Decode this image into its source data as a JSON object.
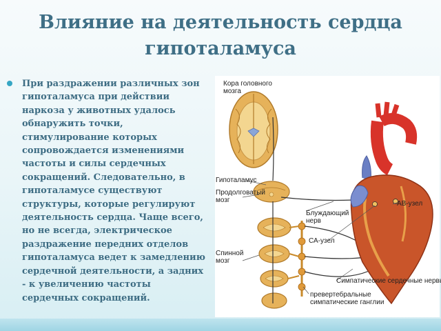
{
  "slide": {
    "title_lines": [
      "Влияние на деятельность сердца",
      "гипоталамуса"
    ],
    "bullet_lines": [
      "При раздражении различных зон",
      "гипоталамуса при действии",
      "наркоза  у животных удалось",
      "обнаружить точки,",
      "стимулирование которых",
      "сопровождается изменениями",
      "частоты  и силы сердечных",
      "сокращений. Следовательно, в",
      "гипоталамусе существуют",
      "структуры, которые регулируют",
      "деятельность сердца. Чаще всего,",
      "но не всегда, электрическое",
      "раздражение передних отделов",
      "гипоталамуса ведет к замедлению",
      "сердечной деятельности, а задних",
      "- к увеличению частоты",
      "сердечных сокращений."
    ]
  },
  "figure": {
    "labels": {
      "cortex": [
        "Кора головного",
        "мозга"
      ],
      "hypothalamus": [
        "Гипоталамус"
      ],
      "medulla": [
        "Продолговатый",
        "мозг"
      ],
      "vagus": [
        "Блуждающий",
        "нерв"
      ],
      "sa_node": [
        "СА-узел"
      ],
      "av_node": [
        "АВ-узел"
      ],
      "spinal_cord": [
        "Спинной",
        "мозг"
      ],
      "sympathetic_nerves": [
        "Симпатические сердечные нервы"
      ],
      "ganglia": [
        "превертебральные",
        "симпатические ганглии"
      ]
    },
    "colors": {
      "brain": "#e6b25a",
      "brain_outline": "#b07a2a",
      "aorta": "#d8332a",
      "vein": "#6a7fc4",
      "heart": "#c9552a",
      "nerve": "#333333"
    }
  }
}
